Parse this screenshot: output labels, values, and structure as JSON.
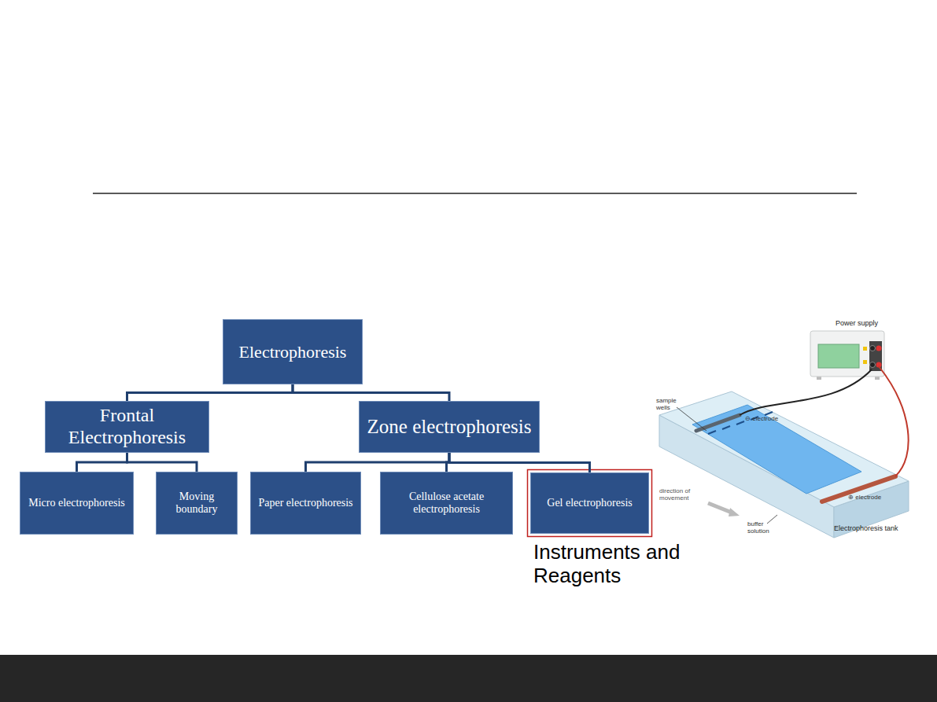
{
  "diagram": {
    "nodes": [
      {
        "text": [
          "Electrophoresis"
        ]
      },
      {
        "text": [
          "Frontal Electrophoresis"
        ]
      },
      {
        "text": [
          "Zone electrophoresis"
        ]
      },
      {
        "text": [
          "Micro electrophoresis"
        ]
      },
      {
        "text": [
          "Moving boundary"
        ]
      },
      {
        "text": [
          "Paper electrophoresis"
        ]
      },
      {
        "text": [
          "Cellulose acetate electrophoresis"
        ]
      },
      {
        "text": [
          "Gel electrophoresis"
        ]
      }
    ],
    "edges": [
      {
        "from": 0,
        "to": 1,
        "arrow": "none"
      },
      {
        "from": 0,
        "to": 2,
        "arrow": "none"
      },
      {
        "from": 1,
        "to": 3,
        "arrow": "none"
      },
      {
        "from": 1,
        "to": 4,
        "arrow": "none"
      },
      {
        "from": 2,
        "to": 5,
        "arrow": "none"
      },
      {
        "from": 2,
        "to": 6,
        "arrow": "none"
      },
      {
        "from": 2,
        "to": 7,
        "arrow": "none"
      }
    ],
    "labels": [
      "Instruments and Reagents",
      "Power supply",
      "sample wells",
      "⊖ electrode",
      "direction of movement",
      "⊕ electrode",
      "buffer solution",
      "Electrophoresis tank"
    ]
  }
}
